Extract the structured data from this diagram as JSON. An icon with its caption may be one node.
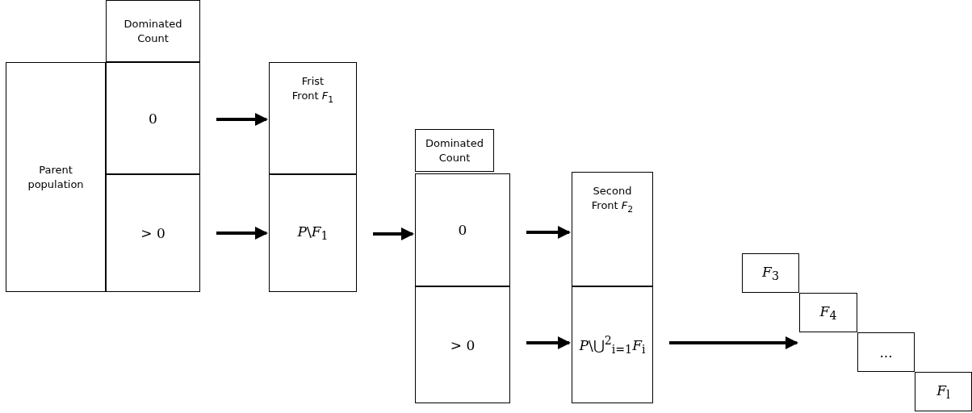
{
  "diagram": {
    "nodes": [
      {
        "text": [
          "Dominated Count"
        ]
      },
      {
        "text": [
          "Parent population"
        ]
      },
      {
        "text": [
          "0"
        ]
      },
      {
        "text": [
          "> 0"
        ]
      },
      {
        "text": [
          "Frist Front *F*$_{1}$"
        ]
      },
      {
        "text": [
          "*P*\\*F*$_{1}$"
        ]
      },
      {
        "text": [
          "Dominated Count"
        ]
      },
      {
        "text": [
          "0"
        ]
      },
      {
        "text": [
          "> 0"
        ]
      },
      {
        "text": [
          "Second Front *F*$_{2}$"
        ]
      },
      {
        "text": [
          "*P*\\⋃$^{2}$$_{i=1}$*F*$_{i}$"
        ]
      },
      {
        "text": [
          "*F*$_{3}$"
        ]
      },
      {
        "text": [
          "*F*$_{4}$"
        ]
      },
      {
        "text": [
          "..."
        ]
      },
      {
        "text": [
          "*F*$_{l}$"
        ]
      }
    ],
    "edges": [
      {
        "from": 2,
        "to": 4,
        "arrow": "to"
      },
      {
        "from": 3,
        "to": 5,
        "arrow": "to"
      },
      {
        "from": 5,
        "to": 7,
        "arrow": "to"
      },
      {
        "from": 7,
        "to": 9,
        "arrow": "to"
      },
      {
        "from": 8,
        "to": 10,
        "arrow": "to"
      },
      {
        "from": 10,
        "to": 12,
        "arrow": "to"
      }
    ]
  }
}
